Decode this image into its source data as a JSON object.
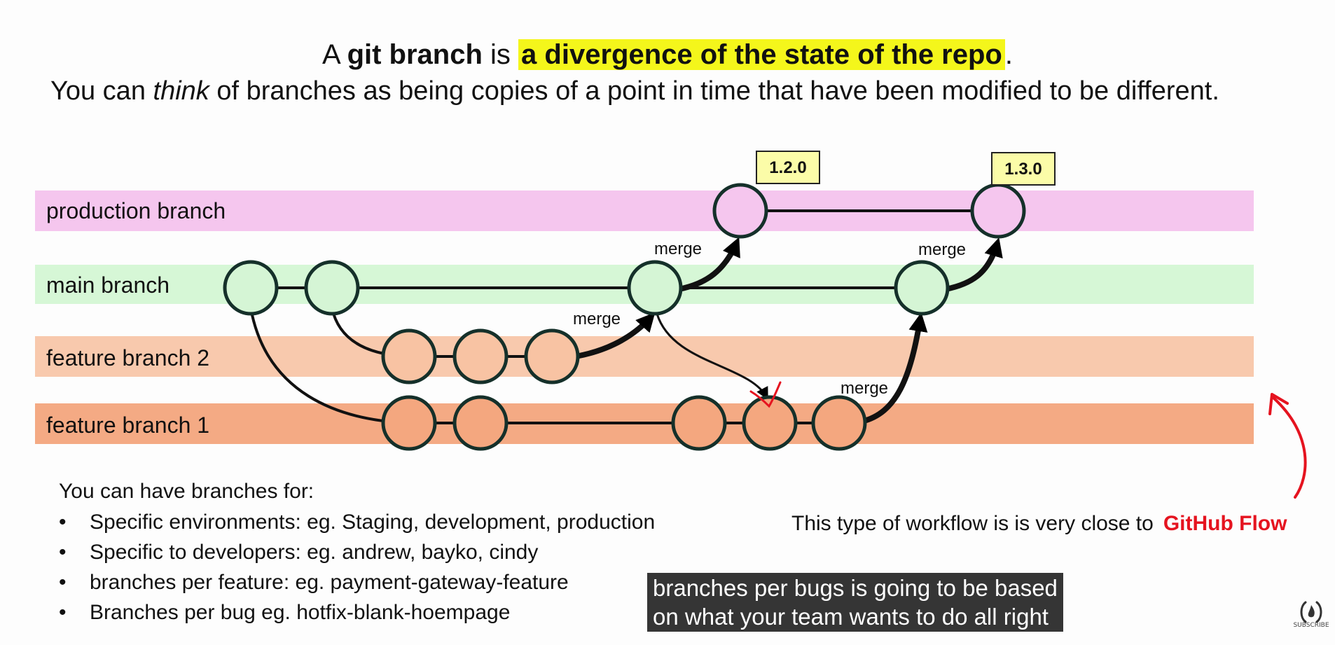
{
  "title": {
    "prefix": "A ",
    "term": "git branch",
    "middle": " is ",
    "highlight": "a divergence of the state of the repo",
    "suffix": "."
  },
  "subtitle": {
    "before": "You can ",
    "emph": "think",
    "after": " of branches as being copies of a point in time that have been modified to be different."
  },
  "lanes": [
    {
      "label": "production branch",
      "color": "#f5c6ee"
    },
    {
      "label": "main branch",
      "color": "#d6f7d6"
    },
    {
      "label": "feature branch 2",
      "color": "#f8c9ad"
    },
    {
      "label": "feature branch 1",
      "color": "#f4aa84"
    }
  ],
  "version_tags": [
    "1.2.0",
    "1.3.0"
  ],
  "tag_color": "#fbfca8",
  "merge_label": "merge",
  "commit_colors": {
    "production": "#f5c6ee",
    "main": "#d5f5d5",
    "feature2": "#f8c3a3",
    "feature1": "#f4a77f"
  },
  "list": {
    "intro": "You can have branches for:",
    "bullet": "•",
    "items": [
      "Specific environments: eg. Staging, development, production",
      "Specific to developers: eg. andrew, bayko, cindy",
      "branches per feature: eg.  payment-gateway-feature",
      "Branches per bug eg. hotfix-blank-hoempage"
    ]
  },
  "workflow_note": {
    "text": "This type of workflow is is very close to",
    "emphasis": "GitHub Flow",
    "emphasis_color": "#e5131f"
  },
  "caption": {
    "line1": "branches per bugs is going to be based",
    "line2": "on what your team wants to do all right"
  },
  "subscribe": {
    "label": "SUBSCRIBE",
    "icon": "freecodecamp-logo-icon"
  },
  "annotation_color": "#e5131f"
}
